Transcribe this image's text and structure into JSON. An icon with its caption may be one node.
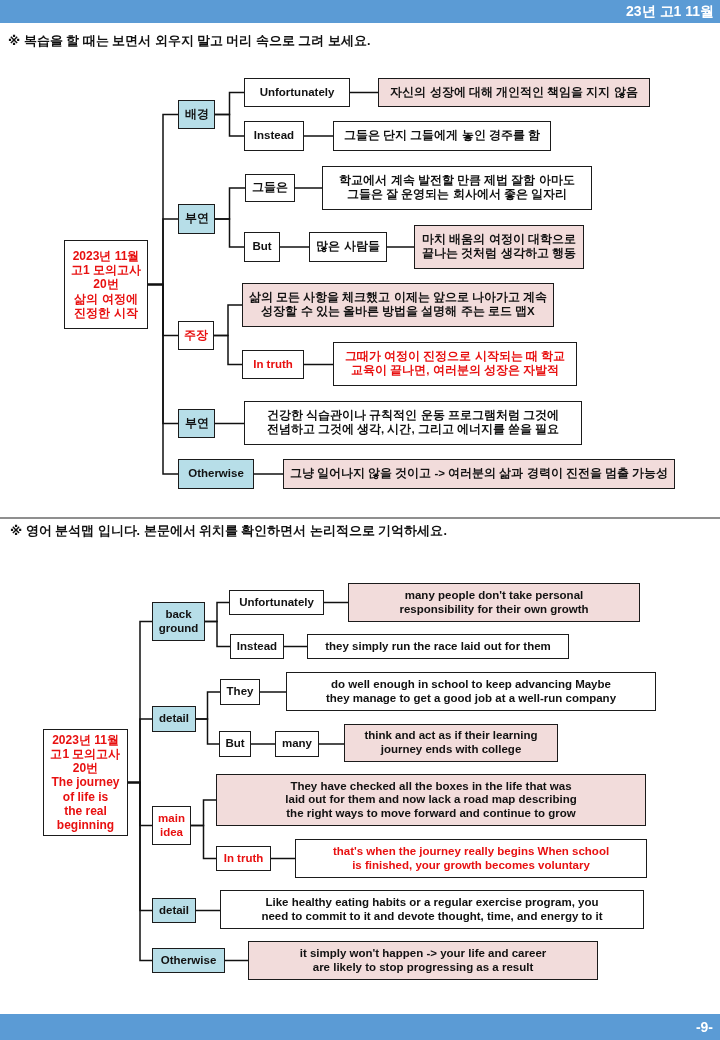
{
  "diagram": {
    "nodes": [
      {
        "text": [
          "2023년 11월 고1 모의고사 20번",
          "삶의 여정에 진정한 시작"
        ]
      },
      {
        "text": [
          "배경"
        ]
      },
      {
        "text": [
          "Unfortunately"
        ]
      },
      {
        "text": [
          "자신의 성장에 대해 개인적인 책임을 지지 않음"
        ]
      },
      {
        "text": [
          "Instead"
        ]
      },
      {
        "text": [
          "그들은 단지 그들에게 놓인 경주를 함"
        ]
      },
      {
        "text": [
          "부연"
        ]
      },
      {
        "text": [
          "그들은"
        ]
      },
      {
        "text": [
          "학교에서 계속 발전할 만큼 제법 잘함 아마도 그들은 잘 운영되는 회사에서 좋은 일자리"
        ]
      },
      {
        "text": [
          "But"
        ]
      },
      {
        "text": [
          "많은 사람들"
        ]
      },
      {
        "text": [
          "마치 배움의 여정이 대학으로 끝나는 것처럼 생각하고 행동"
        ]
      },
      {
        "text": [
          "주장"
        ]
      },
      {
        "text": [
          "삶의 모든 사항을 체크했고 이제는 앞으로 나아가고 계속 성장할 수 있는 올바른 방법을 설명해 주는 로드 맵X"
        ]
      },
      {
        "text": [
          "In truth"
        ]
      },
      {
        "text": [
          "그때가 여정이 진정으로 시작되는 때 학교 교육이 끝나면, 여러분의 성장은 자발적"
        ]
      },
      {
        "text": [
          "부연"
        ]
      },
      {
        "text": [
          "건강한 식습관이나 규칙적인 운동 프로그램처럼 그것에 전념하고 그것에 생각, 시간, 그리고 에너지를 쏟을 필요"
        ]
      },
      {
        "text": [
          "Otherwise"
        ]
      },
      {
        "text": [
          "그냥 일어나지 않을 것이고 -> 여러분의 삶과 경력이 진전을 멈출 가능성"
        ]
      },
      {
        "text": [
          "2023년 11월 고1 모의고사 20번",
          "The journey of life is the real beginning"
        ]
      },
      {
        "text": [
          "back ground"
        ]
      },
      {
        "text": [
          "Unfortunately"
        ]
      },
      {
        "text": [
          "many people don't take personal responsibility for their own growth"
        ]
      },
      {
        "text": [
          "Instead"
        ]
      },
      {
        "text": [
          "they simply run the race laid out for them"
        ]
      },
      {
        "text": [
          "detail"
        ]
      },
      {
        "text": [
          "They"
        ]
      },
      {
        "text": [
          "do well enough in school to keep advancing Maybe they manage to get a good job at a well-run company"
        ]
      },
      {
        "text": [
          "But"
        ]
      },
      {
        "text": [
          "many"
        ]
      },
      {
        "text": [
          "think and act as if their learning journey ends with college"
        ]
      },
      {
        "text": [
          "main idea"
        ]
      },
      {
        "text": [
          "They have checked all the boxes in the life that was laid out for them and now lack a road map describing the right ways to move forward and continue to grow"
        ]
      },
      {
        "text": [
          "In truth"
        ]
      },
      {
        "text": [
          "that's when the journey really begins When school is finished, your growth becomes voluntary"
        ]
      },
      {
        "text": [
          "detail"
        ]
      },
      {
        "text": [
          "Like healthy eating habits or a regular exercise program, you need to commit to it and devote thought, time, and energy to it"
        ]
      },
      {
        "text": [
          "Otherwise"
        ]
      },
      {
        "text": [
          "it simply won't happen -> your life and career are likely to stop progressing as a result"
        ]
      }
    ],
    "edges": [
      {
        "from": 0,
        "to": 1,
        "arrow": "none"
      },
      {
        "from": 0,
        "to": 6,
        "arrow": "none"
      },
      {
        "from": 0,
        "to": 12,
        "arrow": "none"
      },
      {
        "from": 0,
        "to": 16,
        "arrow": "none"
      },
      {
        "from": 0,
        "to": 18,
        "arrow": "none"
      },
      {
        "from": 1,
        "to": 2,
        "arrow": "none"
      },
      {
        "from": 1,
        "to": 4,
        "arrow": "none"
      },
      {
        "from": 2,
        "to": 3,
        "arrow": "none"
      },
      {
        "from": 4,
        "to": 5,
        "arrow": "none"
      },
      {
        "from": 6,
        "to": 7,
        "arrow": "none"
      },
      {
        "from": 6,
        "to": 9,
        "arrow": "none"
      },
      {
        "from": 7,
        "to": 8,
        "arrow": "none"
      },
      {
        "from": 9,
        "to": 10,
        "arrow": "none"
      },
      {
        "from": 10,
        "to": 11,
        "arrow": "none"
      },
      {
        "from": 12,
        "to": 13,
        "arrow": "none"
      },
      {
        "from": 12,
        "to": 14,
        "arrow": "none"
      },
      {
        "from": 14,
        "to": 15,
        "arrow": "none"
      },
      {
        "from": 16,
        "to": 17,
        "arrow": "none"
      },
      {
        "from": 18,
        "to": 19,
        "arrow": "none"
      },
      {
        "from": 20,
        "to": 21,
        "arrow": "none"
      },
      {
        "from": 20,
        "to": 26,
        "arrow": "none"
      },
      {
        "from": 20,
        "to": 32,
        "arrow": "none"
      },
      {
        "from": 20,
        "to": 36,
        "arrow": "none"
      },
      {
        "from": 20,
        "to": 38,
        "arrow": "none"
      },
      {
        "from": 21,
        "to": 22,
        "arrow": "none"
      },
      {
        "from": 21,
        "to": 24,
        "arrow": "none"
      },
      {
        "from": 22,
        "to": 23,
        "arrow": "none"
      },
      {
        "from": 24,
        "to": 25,
        "arrow": "none"
      },
      {
        "from": 26,
        "to": 27,
        "arrow": "none"
      },
      {
        "from": 26,
        "to": 29,
        "arrow": "none"
      },
      {
        "from": 27,
        "to": 28,
        "arrow": "none"
      },
      {
        "from": 29,
        "to": 30,
        "arrow": "none"
      },
      {
        "from": 30,
        "to": 31,
        "arrow": "none"
      },
      {
        "from": 32,
        "to": 33,
        "arrow": "none"
      },
      {
        "from": 32,
        "to": 34,
        "arrow": "none"
      },
      {
        "from": 34,
        "to": 35,
        "arrow": "none"
      },
      {
        "from": 36,
        "to": 37,
        "arrow": "none"
      },
      {
        "from": 38,
        "to": 39,
        "arrow": "none"
      }
    ],
    "labels": [
      "23년 고1 11월",
      "※ 복습을 할 때는 보면서 외우지 말고 머리 속으로 그려 보세요.",
      "※ 영어 분석맵 입니다. 본문에서 위치를 확인하면서 논리적으로 기억하세요.",
      "-9-"
    ]
  }
}
